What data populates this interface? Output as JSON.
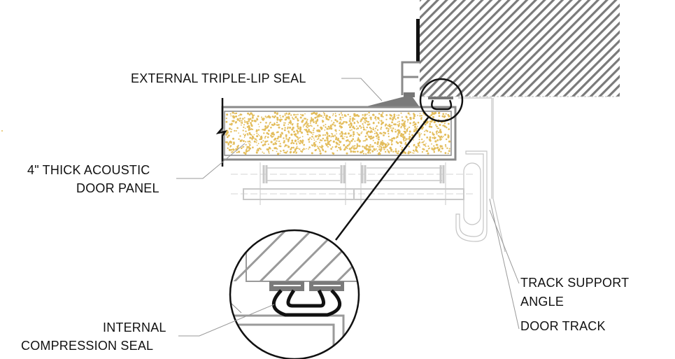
{
  "labels": {
    "external_seal": "EXTERNAL TRIPLE-LIP SEAL",
    "panel_line1": "4\" THICK ACOUSTIC",
    "panel_line2": "DOOR PANEL",
    "internal_line1": "INTERNAL",
    "internal_line2": "COMPRESSION SEAL",
    "track_support_line1": "TRACK SUPPORT",
    "track_support_line2": "ANGLE",
    "door_track": "DOOR TRACK"
  },
  "colors": {
    "insulation": "#e3bd5c",
    "hatch": "#7a7a7a",
    "frame": "#8a8a8a",
    "faint": "#c8c8c8",
    "ink": "#111111"
  }
}
